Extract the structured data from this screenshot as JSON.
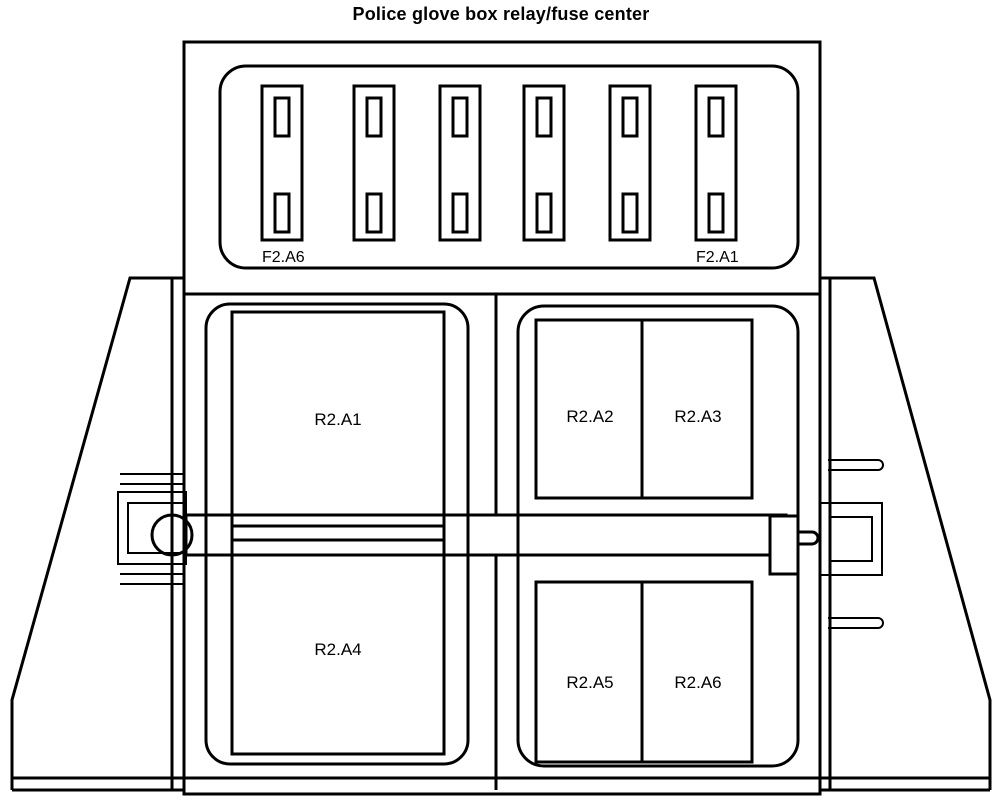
{
  "title": "Police glove box relay/fuse center",
  "fuse_labels": {
    "left": "F2.A6",
    "right": "F2.A1"
  },
  "relays": {
    "r1": "R2.A1",
    "r2": "R2.A2",
    "r3": "R2.A3",
    "r4": "R2.A4",
    "r5": "R2.A5",
    "r6": "R2.A6"
  }
}
